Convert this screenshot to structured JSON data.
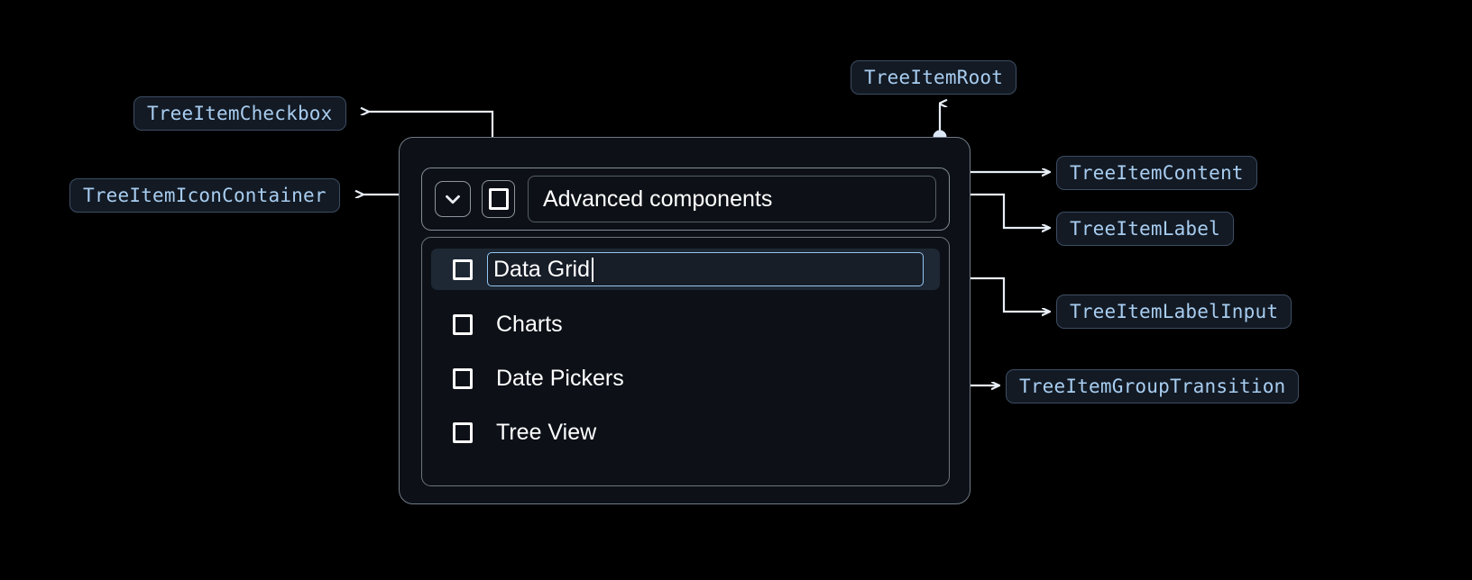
{
  "page": {
    "background": "#000000",
    "accent_blue": "#a8cdf0",
    "badge_bg": "#131a24",
    "badge_border": "#3d4d63",
    "connector_color": "#e8eef6",
    "selected_row_bg": "#1e2835",
    "input_focus_border": "#93c5f0"
  },
  "annotations": [
    {
      "id": "tree-item-checkbox",
      "label": "TreeItemCheckbox"
    },
    {
      "id": "tree-item-icon-container",
      "label": "TreeItemIconContainer"
    },
    {
      "id": "tree-item-root",
      "label": "TreeItemRoot"
    },
    {
      "id": "tree-item-content",
      "label": "TreeItemContent"
    },
    {
      "id": "tree-item-label",
      "label": "TreeItemLabel"
    },
    {
      "id": "tree-item-label-input",
      "label": "TreeItemLabelInput"
    },
    {
      "id": "tree-item-group-transition",
      "label": "TreeItemGroupTransition"
    }
  ],
  "tree": {
    "icon": "chevron-down-icon",
    "checkbox_state": "unchecked",
    "root_label": "Advanced components",
    "children": [
      {
        "label": "Data Grid",
        "editing": true,
        "checkbox_state": "unchecked",
        "selected": true
      },
      {
        "label": "Charts",
        "editing": false,
        "checkbox_state": "unchecked",
        "selected": false
      },
      {
        "label": "Date Pickers",
        "editing": false,
        "checkbox_state": "unchecked",
        "selected": false
      },
      {
        "label": "Tree View",
        "editing": false,
        "checkbox_state": "unchecked",
        "selected": false
      }
    ]
  }
}
